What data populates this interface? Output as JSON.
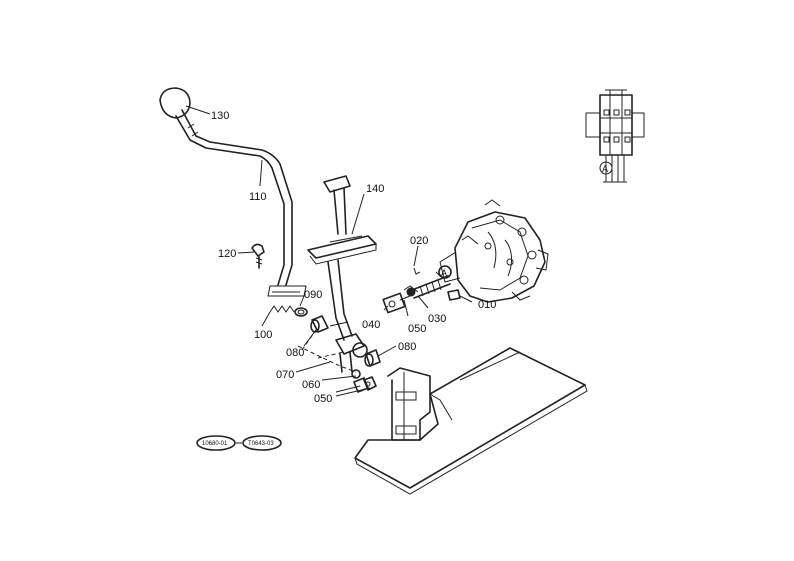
{
  "callouts": {
    "c130": "130",
    "c110": "110",
    "c140": "140",
    "c120": "120",
    "c020": "020",
    "c090": "090",
    "c100": "100",
    "c040": "040",
    "c050a": "050",
    "c030": "030",
    "c010": "010",
    "c080a": "080",
    "c080b": "080",
    "c070": "070",
    "c060": "060",
    "c050b": "050"
  },
  "reference_marker": "A",
  "inset_marker": "A",
  "stamps": {
    "left": "10680-01",
    "right": "T0643-03"
  }
}
